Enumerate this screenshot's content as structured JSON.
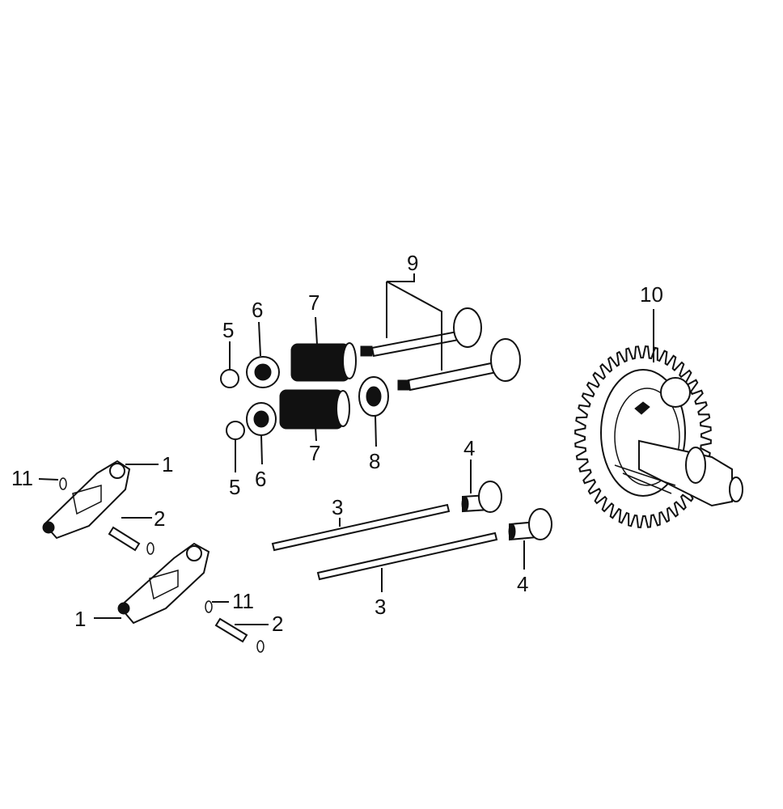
{
  "callouts": [
    {
      "id": "c1a",
      "text": "1"
    },
    {
      "id": "c1b",
      "text": "1"
    },
    {
      "id": "c2a",
      "text": "2"
    },
    {
      "id": "c2b",
      "text": "2"
    },
    {
      "id": "c3a",
      "text": "3"
    },
    {
      "id": "c3b",
      "text": "3"
    },
    {
      "id": "c4a",
      "text": "4"
    },
    {
      "id": "c4b",
      "text": "4"
    },
    {
      "id": "c5a",
      "text": "5"
    },
    {
      "id": "c5b",
      "text": "5"
    },
    {
      "id": "c6a",
      "text": "6"
    },
    {
      "id": "c6b",
      "text": "6"
    },
    {
      "id": "c7a",
      "text": "7"
    },
    {
      "id": "c7b",
      "text": "7"
    },
    {
      "id": "c8",
      "text": "8"
    },
    {
      "id": "c9",
      "text": "9"
    },
    {
      "id": "c10",
      "text": "10"
    },
    {
      "id": "c11a",
      "text": "11"
    },
    {
      "id": "c11b",
      "text": "11"
    }
  ],
  "colors": {
    "ink": "#111111",
    "paper": "#ffffff"
  }
}
